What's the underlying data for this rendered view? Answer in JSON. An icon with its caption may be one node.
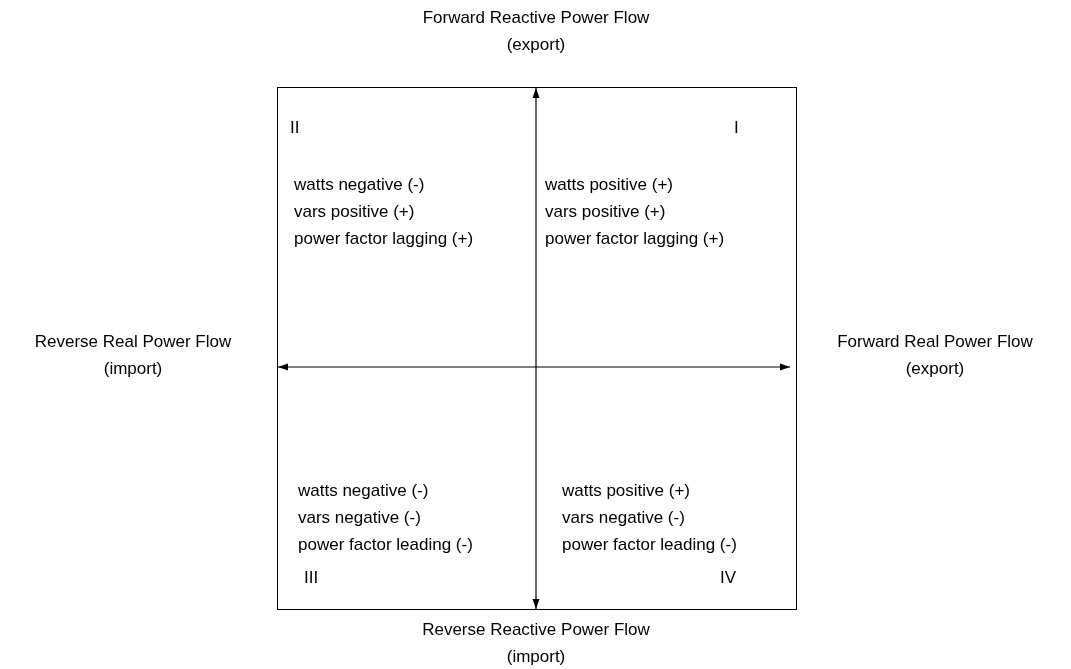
{
  "diagram": {
    "labels": [
      "Forward Reactive Power Flow",
      "(export)",
      "II",
      "I",
      "watts negative (-)",
      "vars positive (+)",
      "power factor lagging (+)",
      "watts positive (+)",
      "vars positive (+)",
      "power factor lagging (+)",
      "Reverse Real Power Flow",
      "(import)",
      "Forward Real Power Flow",
      "(export)",
      "watts negative (-)",
      "vars negative (-)",
      "power factor leading (-)",
      "watts positive (+)",
      "vars negative (-)",
      "power factor leading (-)",
      "III",
      "IV",
      "Reverse Reactive Power Flow",
      "(import)"
    ]
  }
}
